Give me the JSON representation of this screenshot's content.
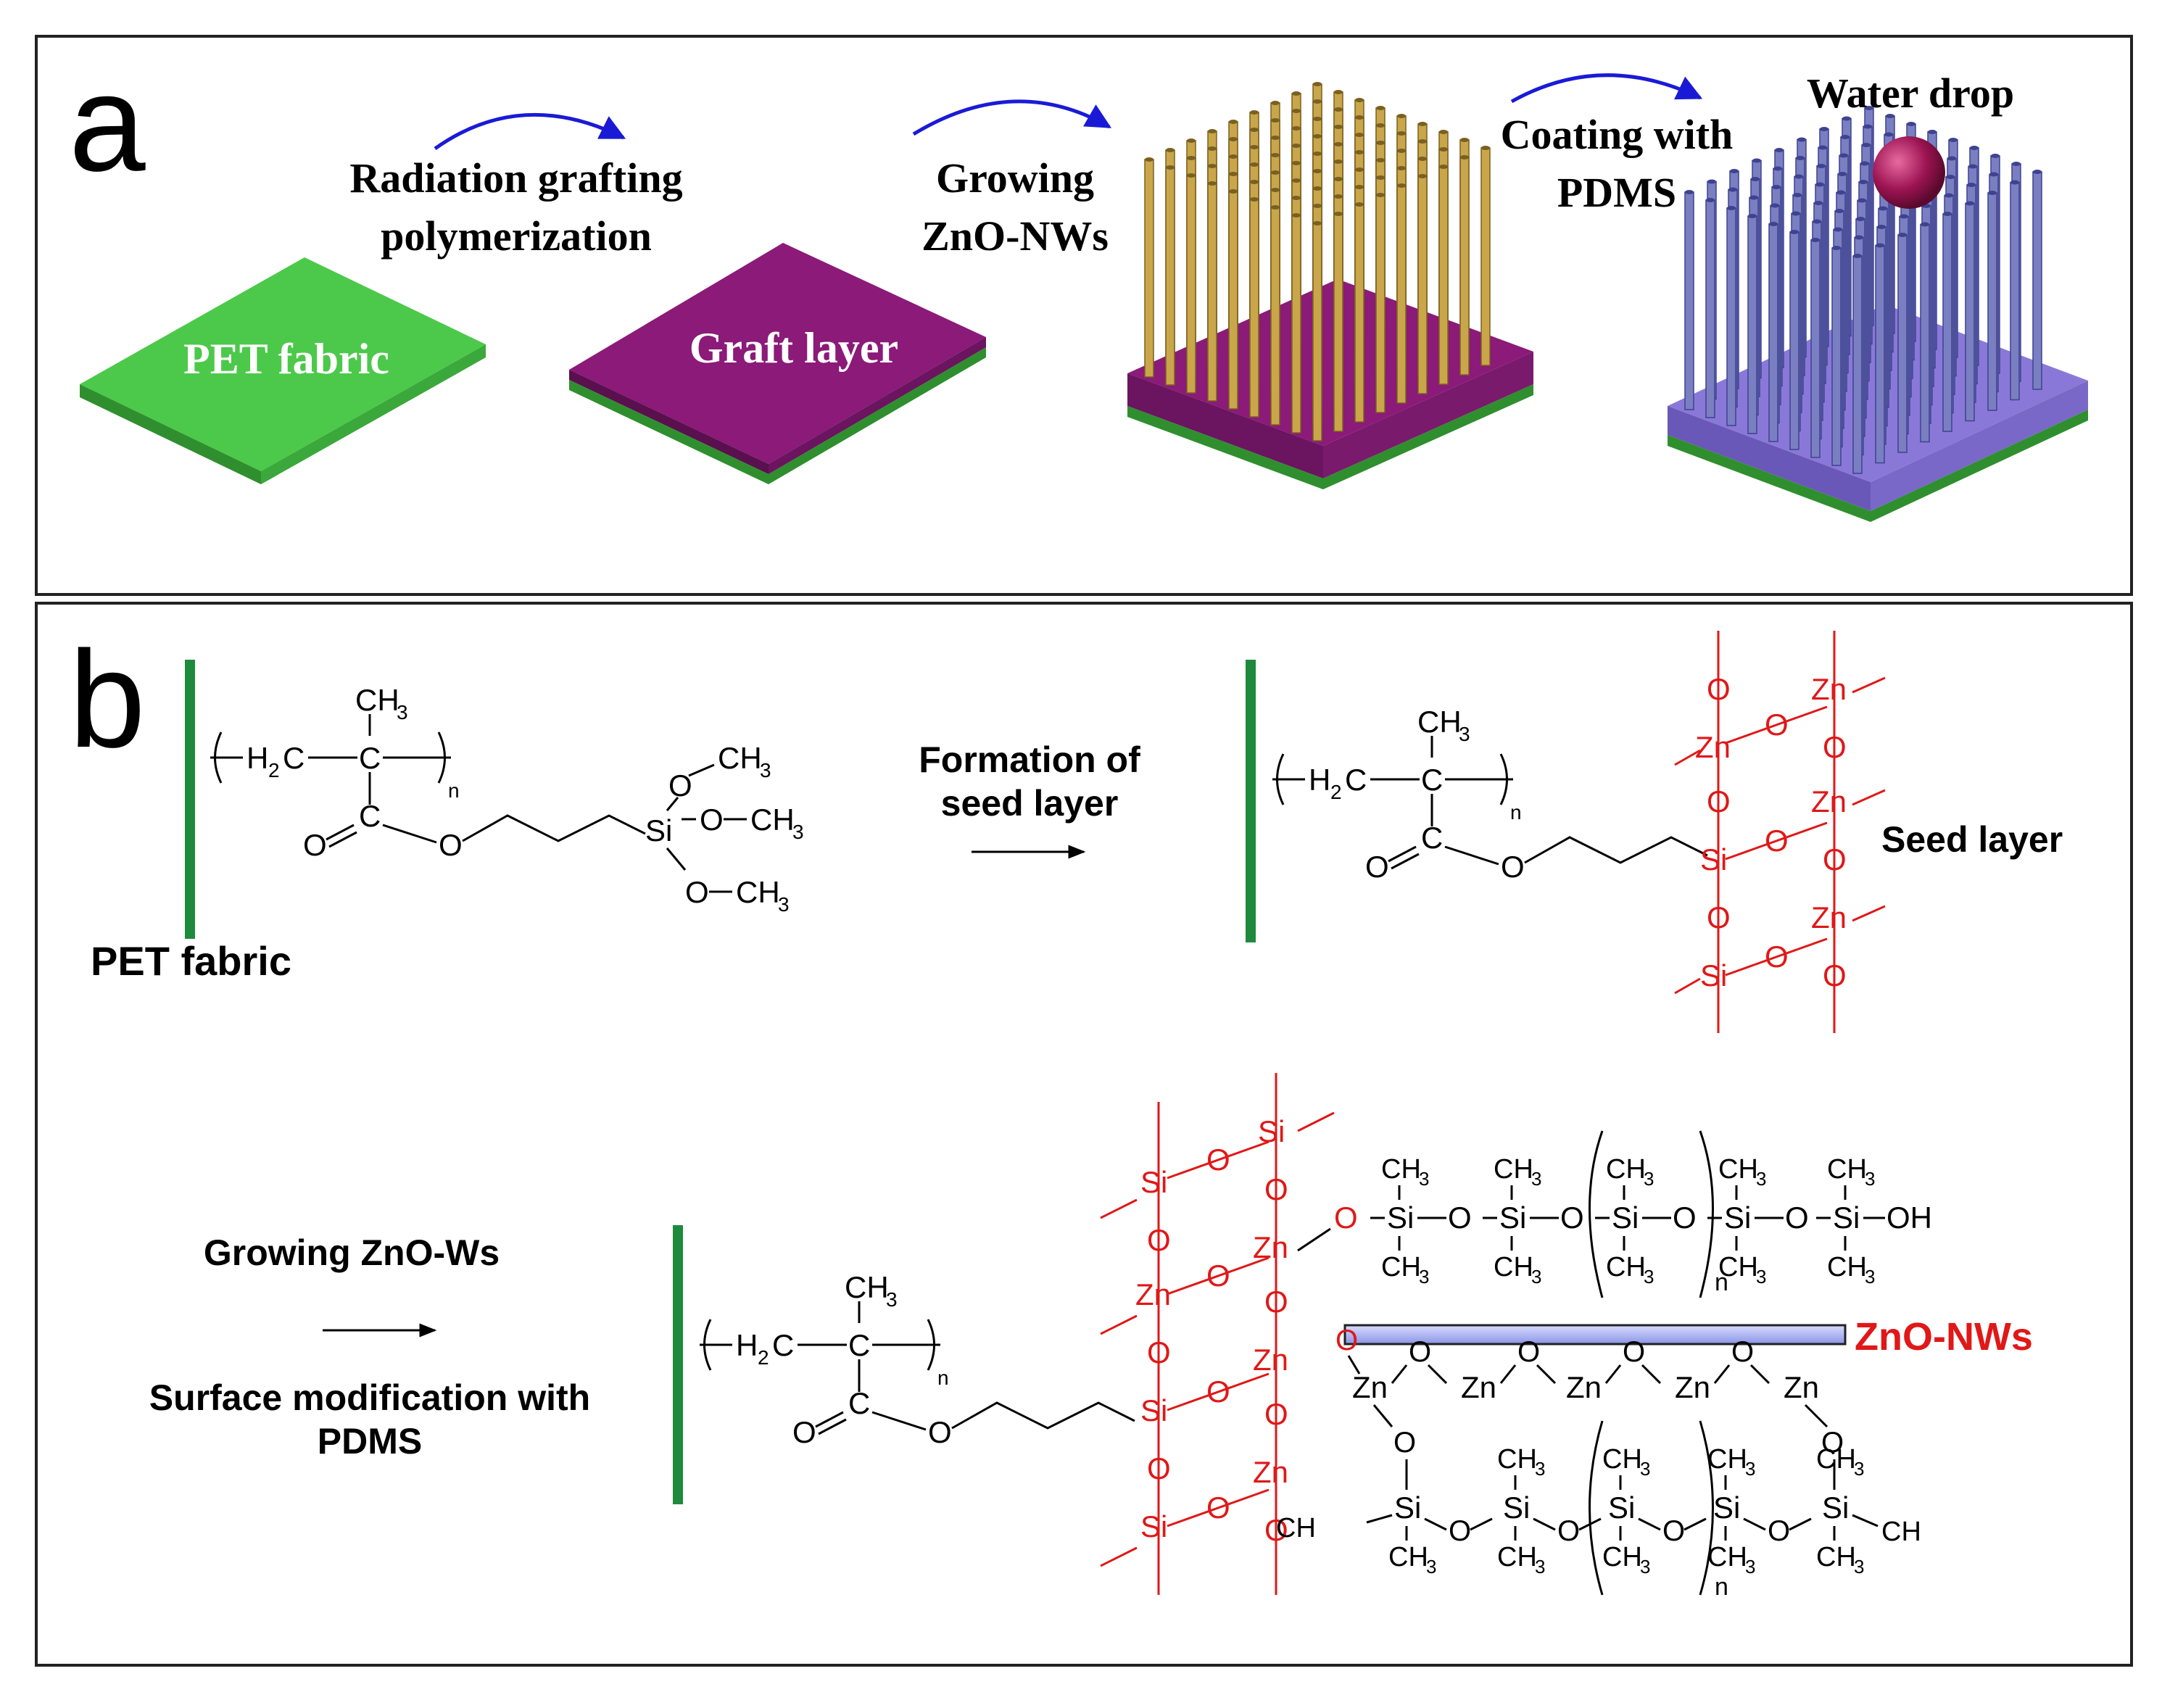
{
  "panel_a": {
    "letter": "a",
    "step1": [
      "Radiation grafting",
      "polymerization"
    ],
    "step2": [
      "Growing",
      "ZnO-NWs"
    ],
    "step3": [
      "Coating with",
      "PDMS"
    ],
    "water_drop": "Water drop",
    "pet_label": "PET fabric",
    "graft_label": "Graft layer"
  },
  "panel_b": {
    "letter": "b",
    "pet_fabric": "PET fabric",
    "formation": [
      "Formation of",
      "seed layer"
    ],
    "seed_layer": "Seed layer",
    "growing": "Growing ZnO-Ws",
    "surface_mod": [
      "Surface modification with",
      "PDMS"
    ],
    "zno_nws": "ZnO-NWs"
  },
  "chem": {
    "ch3": "CH",
    "h2c": "H",
    "c": "C",
    "o": "O",
    "si": "Si",
    "zn": "Zn",
    "oh": "OH",
    "n": "n",
    "sub3": "3",
    "sub2": "2"
  },
  "colors": {
    "pet_green": "#4cc94a",
    "graft_purple": "#8b1a78",
    "nanowire_gold": "#c9a64a",
    "pdms_blue": "#7a7fc2",
    "drop": "#9c1452",
    "arrow_blue": "#1a1ad6",
    "seed_red": "#e01818",
    "fabric_bar": "#1e8a3c",
    "nws_bar": "#9ea6f0"
  }
}
